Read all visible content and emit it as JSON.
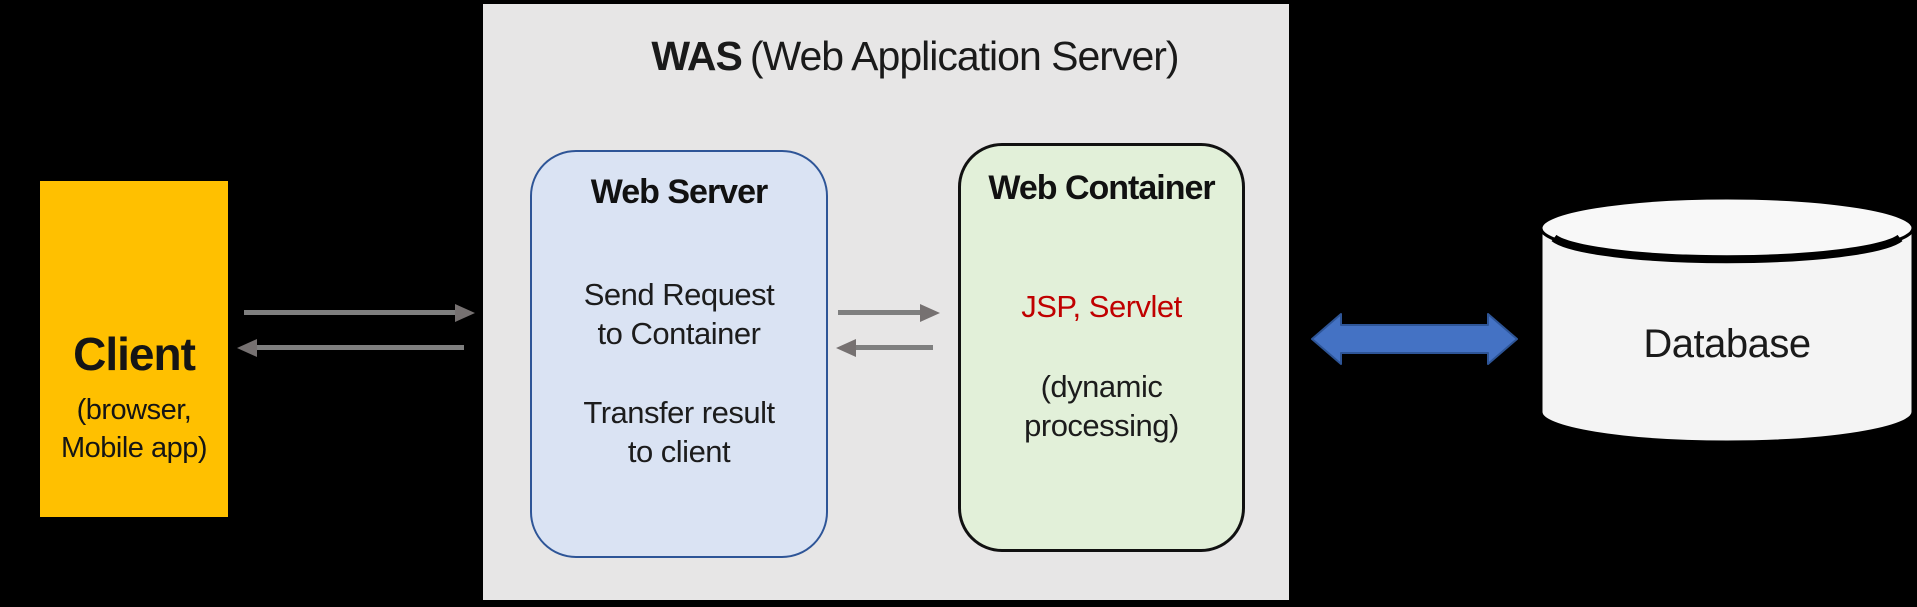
{
  "diagram": {
    "title": {
      "bold": "WAS",
      "rest": "(Web Application Server)"
    },
    "client": {
      "title": "Client",
      "subtitle_line1": "(browser,",
      "subtitle_line2": "Mobile app)"
    },
    "web_server": {
      "title": "Web Server",
      "body_line1": "Send Request",
      "body_line2": "to Container",
      "body_line3": "Transfer result",
      "body_line4": "to client"
    },
    "web_container": {
      "title": "Web Container",
      "highlight": "JSP, Servlet",
      "body_line1": "(dynamic",
      "body_line2": "processing)"
    },
    "database": {
      "label": "Database"
    },
    "colors": {
      "background": "#000000",
      "client_fill": "#FFC000",
      "was_fill": "#E7E6E6",
      "web_server_fill": "#DAE3F3",
      "web_server_border": "#2E5597",
      "web_container_fill": "#E2F0D9",
      "web_container_border": "#111111",
      "database_fill": "#F5F5F5",
      "gray_arrow": "#7F7F7F",
      "blue_arrow_fill": "#4472C4",
      "blue_arrow_border": "#2E5597",
      "highlight_text": "#C00000"
    }
  }
}
